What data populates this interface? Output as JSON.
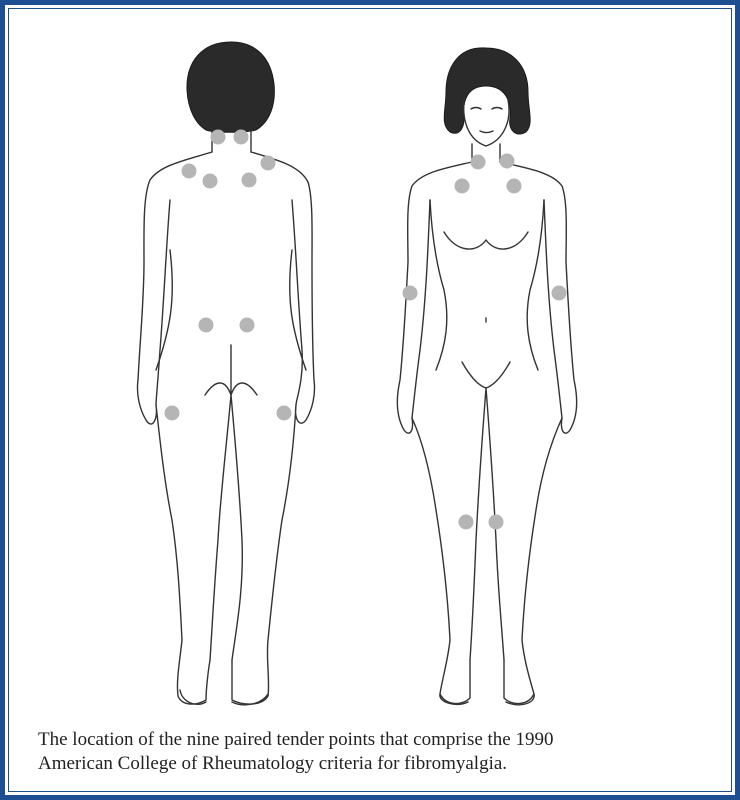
{
  "caption": {
    "line1": "The location of the nine paired tender points that comprise the 1990",
    "line2": "American College of Rheumatology criteria for fibromyalgia."
  },
  "colors": {
    "frame": "#1f4f93",
    "outline": "#333333",
    "hair": "#2a2a2a",
    "tender_point": "#b5b5b5"
  },
  "figures": [
    {
      "view": "back",
      "tender_points": [
        {
          "site": "occiput-left"
        },
        {
          "site": "occiput-right"
        },
        {
          "site": "trapezius-left"
        },
        {
          "site": "trapezius-right"
        },
        {
          "site": "supraspinatus-left"
        },
        {
          "site": "supraspinatus-right"
        },
        {
          "site": "gluteal-left"
        },
        {
          "site": "gluteal-right"
        },
        {
          "site": "greater-trochanter-left"
        },
        {
          "site": "greater-trochanter-right"
        }
      ]
    },
    {
      "view": "front",
      "tender_points": [
        {
          "site": "low-cervical-left"
        },
        {
          "site": "low-cervical-right"
        },
        {
          "site": "second-rib-left"
        },
        {
          "site": "second-rib-right"
        },
        {
          "site": "lateral-epicondyle-left"
        },
        {
          "site": "lateral-epicondyle-right"
        },
        {
          "site": "knee-left"
        },
        {
          "site": "knee-right"
        }
      ]
    }
  ]
}
